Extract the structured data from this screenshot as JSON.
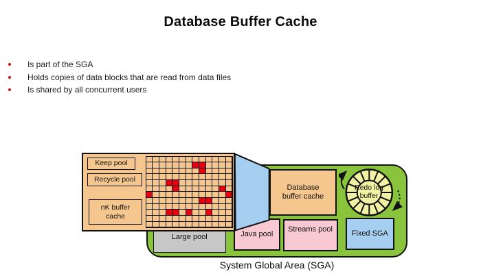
{
  "title": "Database Buffer Cache",
  "bullets": [
    "Is part of the SGA",
    "Holds copies of data blocks that are read from data files",
    "Is shared by all concurrent users"
  ],
  "diagram": {
    "cache_panel": {
      "keep_pool": "Keep pool",
      "recycle_pool": "Recycle pool",
      "nk_buffer_cache": "nK buffer cache",
      "grid": {
        "rows": 12,
        "cols": 13,
        "red_cells": [
          [
            1,
            7
          ],
          [
            1,
            8
          ],
          [
            2,
            8
          ],
          [
            4,
            3
          ],
          [
            4,
            4
          ],
          [
            5,
            4
          ],
          [
            5,
            11
          ],
          [
            6,
            0
          ],
          [
            6,
            12
          ],
          [
            7,
            8
          ],
          [
            7,
            9
          ],
          [
            9,
            3
          ],
          [
            9,
            4
          ],
          [
            9,
            6
          ],
          [
            9,
            9
          ]
        ]
      }
    },
    "sga": {
      "caption": "System Global Area (SGA)",
      "database_buffer_cache": "Database buffer cache",
      "redo_log_buffer": "Redo log buffer",
      "redo_wheel_segments": 16,
      "large_pool": "Large pool",
      "java_pool": "Java pool",
      "streams_pool": "Streams pool",
      "fixed_sga": "Fixed SGA"
    },
    "colors": {
      "sga_green": "#8AC43C",
      "tan": "#F5C78F",
      "pink": "#F9C9D3",
      "light_blue": "#A6CEF0",
      "gray": "#C7C7C7",
      "pale_yellow": "#F2F2A4",
      "red_block": "#E60012",
      "bullet_red": "#C81414"
    }
  }
}
